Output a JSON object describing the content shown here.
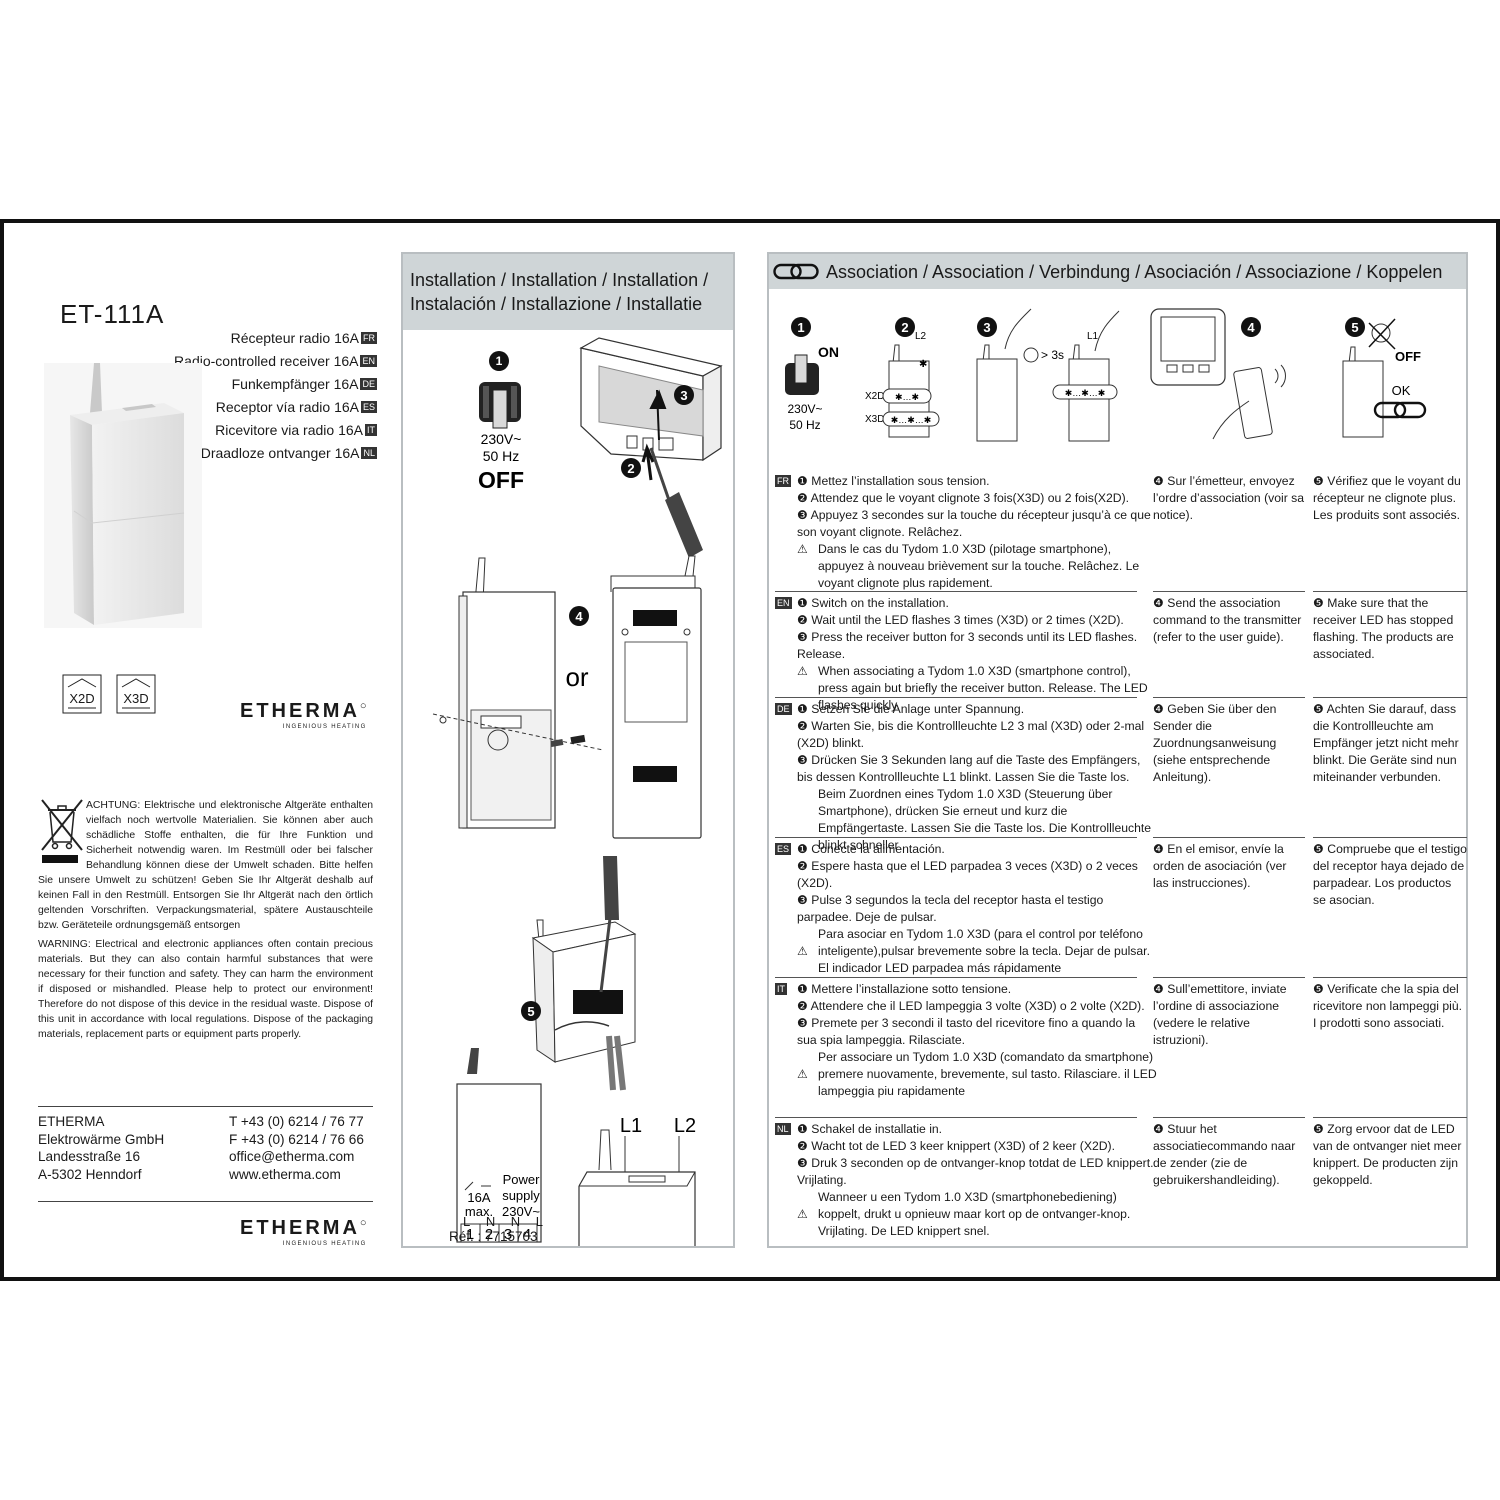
{
  "left": {
    "model": "ET-111A",
    "names": [
      {
        "text": "Récepteur radio 16A",
        "lang": "FR"
      },
      {
        "text": "Radio-controlled receiver 16A",
        "lang": "EN"
      },
      {
        "text": "Funkempfänger 16A",
        "lang": "DE"
      },
      {
        "text": "Receptor vía radio 16A",
        "lang": "ES"
      },
      {
        "text": "Ricevitore via radio 16A",
        "lang": "IT"
      },
      {
        "text": "Draadloze ontvanger  16A",
        "lang": "NL"
      }
    ],
    "badges": [
      "X2D",
      "X3D"
    ],
    "logo_word": "ETHERMA",
    "logo_tag": "INGENIOUS HEATING",
    "warning_de": "ACHTUNG: Elektrische und elektronische Altgeräte enthalten vielfach noch wertvolle Materialien. Sie können aber auch schädliche Stoffe enthalten, die für Ihre Funktion und Sicherheit notwendig waren. Im Restmüll oder bei falscher Behandlung können diese der Umwelt schaden. Bitte helfen Sie unsere Umwelt zu schützen! Geben Sie Ihr Altgerät deshalb auf keinen Fall in den Restmüll. Entsorgen Sie Ihr Altgerät nach den örtlich geltenden Vorschriften. Verpackungsmaterial, spätere Austauschteile bzw. Geräteteile ordnungsgemäß entsorgen",
    "warning_en": "WARNING: Electrical and electronic appliances often contain precious materials. But they can also contain harmful substances that were necessary for their function and safety. They can harm the environment if disposed or mishandled. Please help to protect our environment! Therefore do not dispose of this device in the residual waste. Dispose of this unit in accordance with local regulations. Dispose of the packaging materials, replacement parts or equipment parts properly.",
    "address": [
      "ETHERMA",
      "Elektrowärme GmbH",
      "Landesstraße 16",
      "A-5302 Henndorf"
    ],
    "contact": [
      "T +43 (0) 6214 / 76 77",
      "F +43 (0) 6214 / 76 66",
      "office@etherma.com",
      "www.etherma.com"
    ]
  },
  "installation": {
    "title_line1": "Installation / Installation / Installation /",
    "title_line2": "Instalación / Installazione  / Installatie",
    "step_numbers": [
      "1",
      "2",
      "3",
      "4",
      "5"
    ],
    "voltage": "230V~",
    "freq": "50 Hz",
    "off": "OFF",
    "or": "or",
    "l1": "L1",
    "l2": "L2",
    "power_supply": [
      "Power",
      "supply",
      "230V~"
    ],
    "max": [
      "16A",
      "max."
    ],
    "terminals": [
      "1",
      "2",
      "3",
      "4"
    ],
    "terminal_labels": [
      "L",
      "N",
      "N",
      "L"
    ],
    "ref": "Réf. : 7715703"
  },
  "association": {
    "title": "Association / Association / Verbindung / Asociación / Associazione / Koppelen",
    "step_numbers": [
      "1",
      "2",
      "3",
      "4",
      "5"
    ],
    "on": "ON",
    "voltage": "230V~",
    "freq": "50 Hz",
    "l1": "L1",
    "l2": "L2",
    "x2d": "X2D",
    "x3d": "X3D",
    "time": "> 3s",
    "off": "OFF",
    "ok": "OK",
    "blocks": [
      {
        "lang": "FR",
        "a": [
          "❶ Mettez l’installation sous tension.",
          "❷ Attendez que le voyant clignote 3 fois(X3D) ou  2 fois(X2D).",
          "❸ Appuyez 3 secondes sur la touche du récepteur jusqu’à ce que son voyant clignote. Relâchez."
        ],
        "note": "Dans le cas du Tydom 1.0 X3D (pilotage smartphone), appuyez à nouveau brièvement sur la touche. Relâchez. Le voyant clignote plus rapidement.",
        "b": "❹ Sur l’émetteur, envoyez l’ordre d’association (voir sa notice).",
        "c": "❺ Vérifiez que le voyant du récepteur ne clignote plus. Les produits sont associés."
      },
      {
        "lang": "EN",
        "a": [
          "❶  Switch on the installation.",
          "❷ Wait until the LED flashes 3 times (X3D) or 2 times (X2D).",
          "❸ Press the receiver button for 3 seconds until its LED flashes. Release."
        ],
        "note": "When associating a Tydom 1.0 X3D (smartphone control), press again but briefly the receiver button. Release. The LED flashes quickly.",
        "b": "❹ Send the association command to the transmitter (refer to the user guide).",
        "c": "❺ Make sure that the receiver LED has stopped flashing. The products are associated."
      },
      {
        "lang": "DE",
        "a": [
          "❶ Setzen Sie die Anlage unter Spannung.",
          "❷ Warten Sie, bis die Kontrollleuchte  L2 3 mal (X3D) oder 2-mal (X2D) blinkt.",
          "❸ Drücken Sie 3 Sekunden lang auf die Taste des Empfängers, bis dessen Kontrollleuchte L1 blinkt. Lassen Sie die Taste los."
        ],
        "note": "Beim Zuordnen eines Tydom 1.0 X3D (Steuerung über Smartphone), drücken Sie erneut und kurz die Empfängertaste. Lassen Sie die Taste los. Die Kontrollleuchte blinkt schneller",
        "b": "❹ Geben Sie über den Sender die Zuordnungsanweisung (siehe entsprechende Anleitung).",
        "c": "❺ Achten Sie darauf, dass die Kontrollleuchte am Empfänger jetzt nicht mehr blinkt. Die Geräte sind nun miteinander verbunden."
      },
      {
        "lang": "ES",
        "a": [
          "❶ Conecte la alimentación.",
          "❷ Espere hasta que el LED parpadea 3 veces (X3D) o 2 veces (X2D).",
          "❸ Pulse 3 segundos la tecla del receptor hasta el testigo parpadee. Deje de pulsar."
        ],
        "note": "Para asociar en Tydom 1.0 X3D (para el control por teléfono inteligente),pulsar brevemente sobre la tecla. Dejar de pulsar. El indicador LED parpadea más rápidamente",
        "b": "❹ En el emisor, envíe la orden de asociación (ver las instrucciones).",
        "c": "❺ Compruebe que el testigo del receptor haya dejado de parpadear. Los productos se asocian."
      },
      {
        "lang": "IT",
        "a": [
          "❶ Mettere l’installazione sotto tensione.",
          "❷ Attendere che il LED lampeggia 3 volte (X3D) o 2 volte (X2D).",
          "❸ Premete per 3 secondi il tasto del ricevitore fino a quando la sua spia lampeggia. Rilasciate."
        ],
        "note": "Per associare un Tydom 1.0 X3D (comandato da smartphone) premere nuovamente, brevemente, sul tasto. Rilasciare. il LED lampeggia piu rapidamente",
        "b": "❹ Sull’emettitore, inviate l’ordine di associazione (vedere le relative istruzioni).",
        "c": "❺ Verificate che la spia del ricevitore non lampeggi più. I prodotti sono associati."
      },
      {
        "lang": "NL",
        "a": [
          "❶ Schakel de installatie in.",
          "❷ Wacht tot de LED 3 keer knippert (X3D) of 2 keer (X2D).",
          "❸ Druk 3 seconden op de ontvanger-knop totdat de LED knippert. Vrijlating."
        ],
        "note": "Wanneer u een Tydom 1.0 X3D (smartphonebediening) koppelt, drukt u opnieuw maar kort op de ontvanger-knop. Vrijlating. De LED knippert snel.",
        "b": "❹ Stuur het associatiecommando naar de zender (zie de gebruikershandleiding).",
        "c": "❺ Zorg ervoor dat de LED van de ontvanger niet meer knippert. De producten zijn gekoppeld."
      }
    ]
  }
}
